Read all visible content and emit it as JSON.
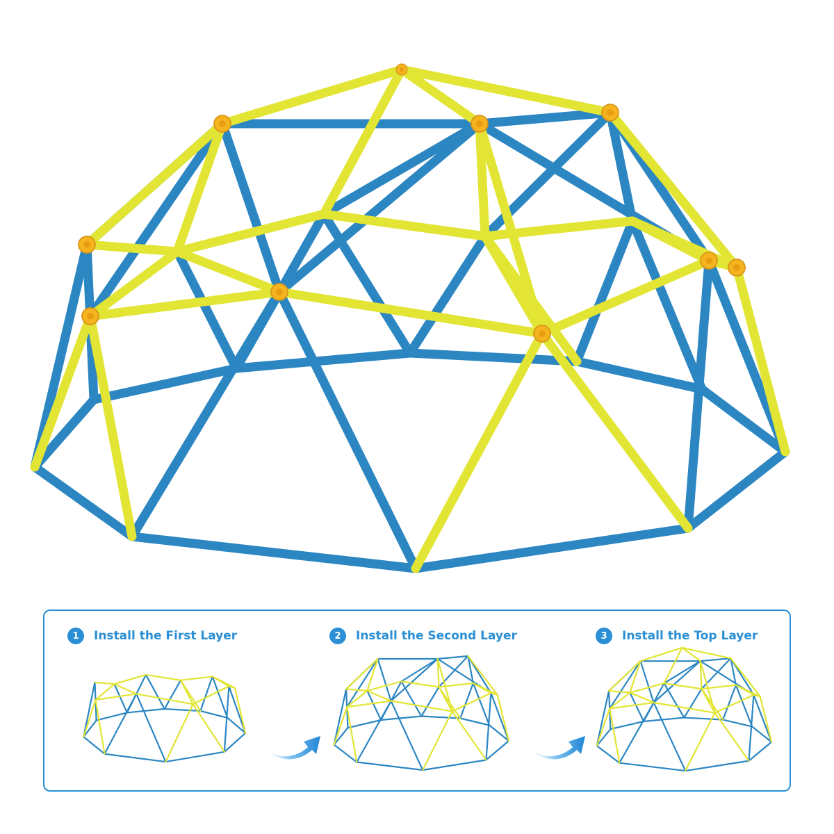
{
  "colors": {
    "blue_tube": "#2b86c2",
    "yellow_tube": "#e2e534",
    "connector": "#f5b41e",
    "accent": "#2a8fd4"
  },
  "hero": {
    "image": "geodesic climbing dome, blue and yellow frame"
  },
  "steps": [
    {
      "number": "1",
      "title": "Install the First Layer",
      "icon": "dome-first-layer-icon"
    },
    {
      "number": "2",
      "title": "Install the Second Layer",
      "icon": "dome-second-layer-icon"
    },
    {
      "number": "3",
      "title": "Install the Top Layer",
      "icon": "dome-full-icon"
    }
  ],
  "arrows": [
    {
      "icon": "curved-arrow-icon"
    },
    {
      "icon": "curved-arrow-icon"
    }
  ]
}
